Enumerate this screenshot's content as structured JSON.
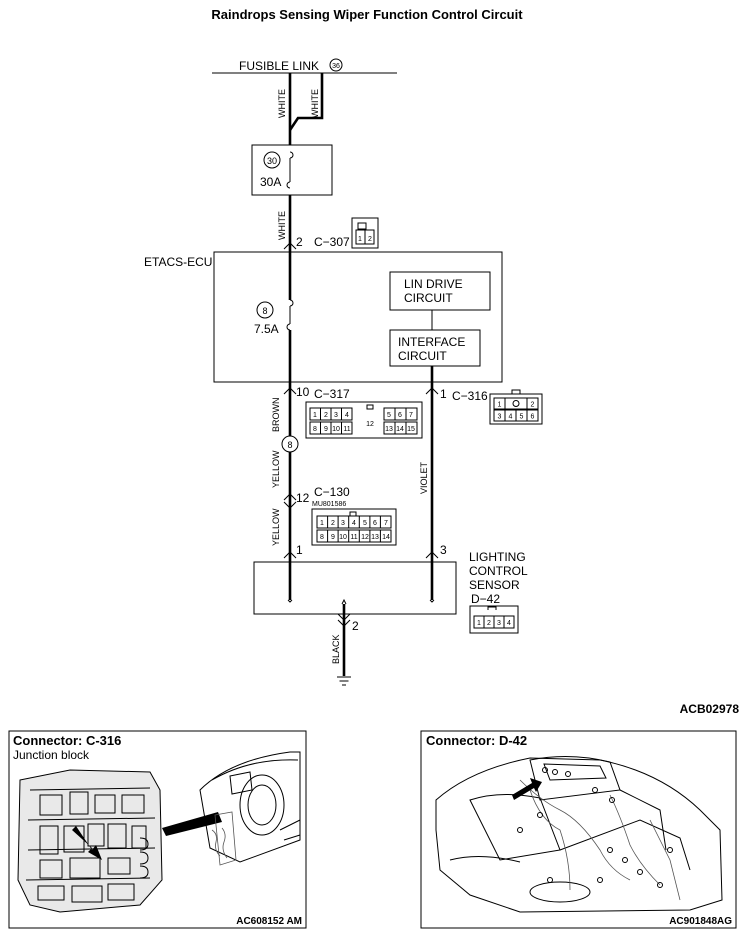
{
  "title": "Raindrops Sensing Wiper Function Control Circuit",
  "fusible_link": {
    "label": "FUSIBLE LINK",
    "number": "36"
  },
  "wires": {
    "white_1": "WHITE",
    "white_2": "WHITE",
    "white_3": "WHITE",
    "brown": "BROWN",
    "yellow_1": "YELLOW",
    "yellow_2": "YELLOW",
    "violet": "VIOLET",
    "black": "BLACK"
  },
  "fuse_30": {
    "number": "30",
    "rating": "30A"
  },
  "fuse_8": {
    "number": "8",
    "rating": "7.5A"
  },
  "ecu": {
    "label": "ETACS-ECU"
  },
  "lin_drive": {
    "line1": "LIN DRIVE",
    "line2": "CIRCUIT"
  },
  "interface": {
    "line1": "INTERFACE",
    "line2": "CIRCUIT"
  },
  "splice_8": "8",
  "connectors": {
    "c307": {
      "label": "C−307",
      "pin": "2",
      "cells": [
        "1",
        "2"
      ]
    },
    "c317": {
      "label": "C−317",
      "pin": "10",
      "row1": [
        "1",
        "2",
        "3",
        "4",
        "5",
        "6",
        "7"
      ],
      "middle": "12",
      "row2": [
        "8",
        "9",
        "10",
        "11",
        "13",
        "14",
        "15"
      ]
    },
    "c316": {
      "label": "C−316",
      "pin": "1",
      "row1": [
        "1",
        "2"
      ],
      "row2": [
        "3",
        "4",
        "5",
        "6"
      ]
    },
    "c130": {
      "label": "C−130",
      "part": "MU801586",
      "pin": "12",
      "row1": [
        "1",
        "2",
        "3",
        "4",
        "5",
        "6",
        "7"
      ],
      "row2": [
        "8",
        "9",
        "10",
        "11",
        "12",
        "13",
        "14"
      ]
    },
    "d42": {
      "label": "D−42",
      "cells": [
        "1",
        "2",
        "3",
        "4"
      ]
    }
  },
  "sensor": {
    "line1": "LIGHTING",
    "line2": "CONTROL",
    "line3": "SENSOR"
  },
  "sensor_pins": {
    "left": "1",
    "right": "3",
    "ground": "2"
  },
  "diagram_code": "ACB02978",
  "panel_left": {
    "title": "Connector: C-316",
    "subtitle": "Junction block",
    "code": "AC608152 AM"
  },
  "panel_right": {
    "title": "Connector: D-42",
    "code": "AC901848AG"
  }
}
